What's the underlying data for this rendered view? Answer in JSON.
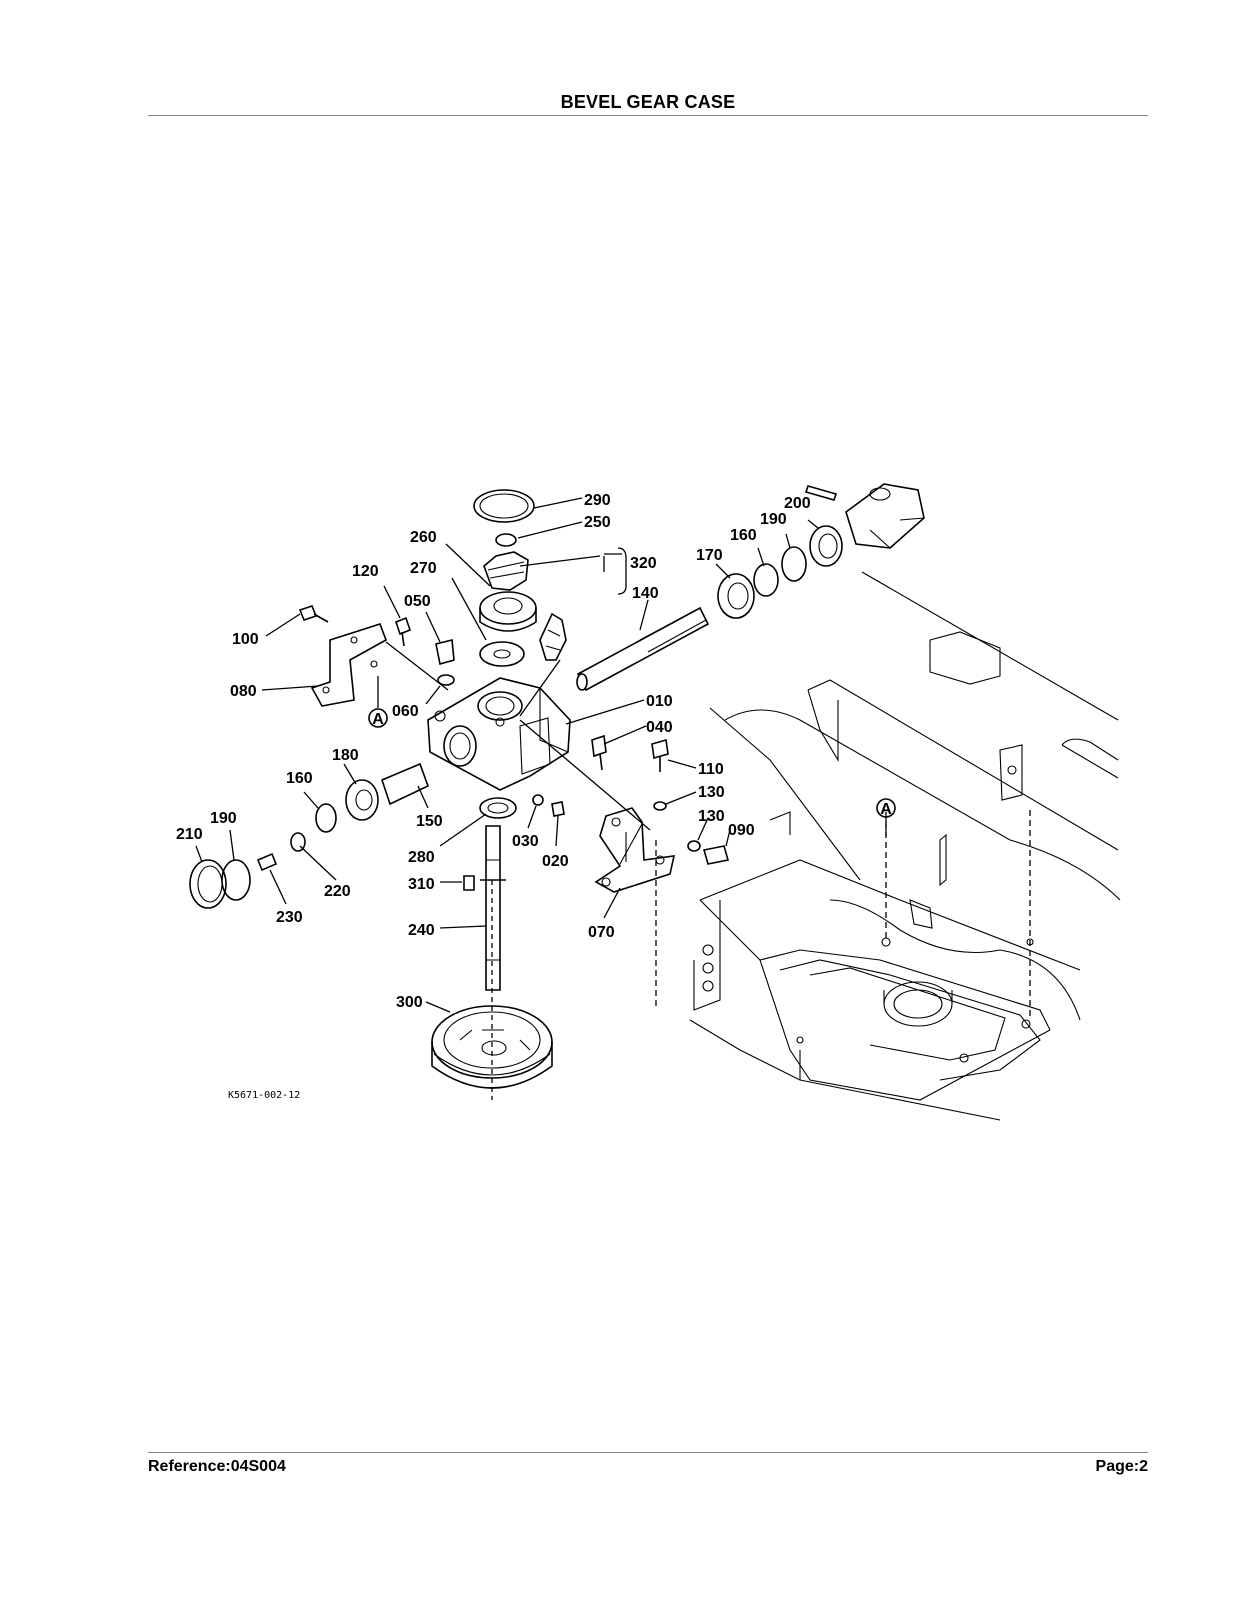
{
  "page": {
    "title": "BEVEL GEAR CASE",
    "reference": "Reference:04S004",
    "page_number": "Page:2"
  },
  "diagram": {
    "figure_code": "K5671-002-12",
    "callouts": [
      "290",
      "250",
      "260",
      "320",
      "270",
      "120",
      "050",
      "100",
      "080",
      "060",
      "010",
      "040",
      "170",
      "160",
      "190",
      "200",
      "140",
      "180",
      "160",
      "190",
      "210",
      "150",
      "280",
      "030",
      "020",
      "220",
      "230",
      "310",
      "240",
      "300",
      "110",
      "130",
      "130",
      "090",
      "070"
    ],
    "view_markers": [
      "A",
      "A"
    ]
  }
}
